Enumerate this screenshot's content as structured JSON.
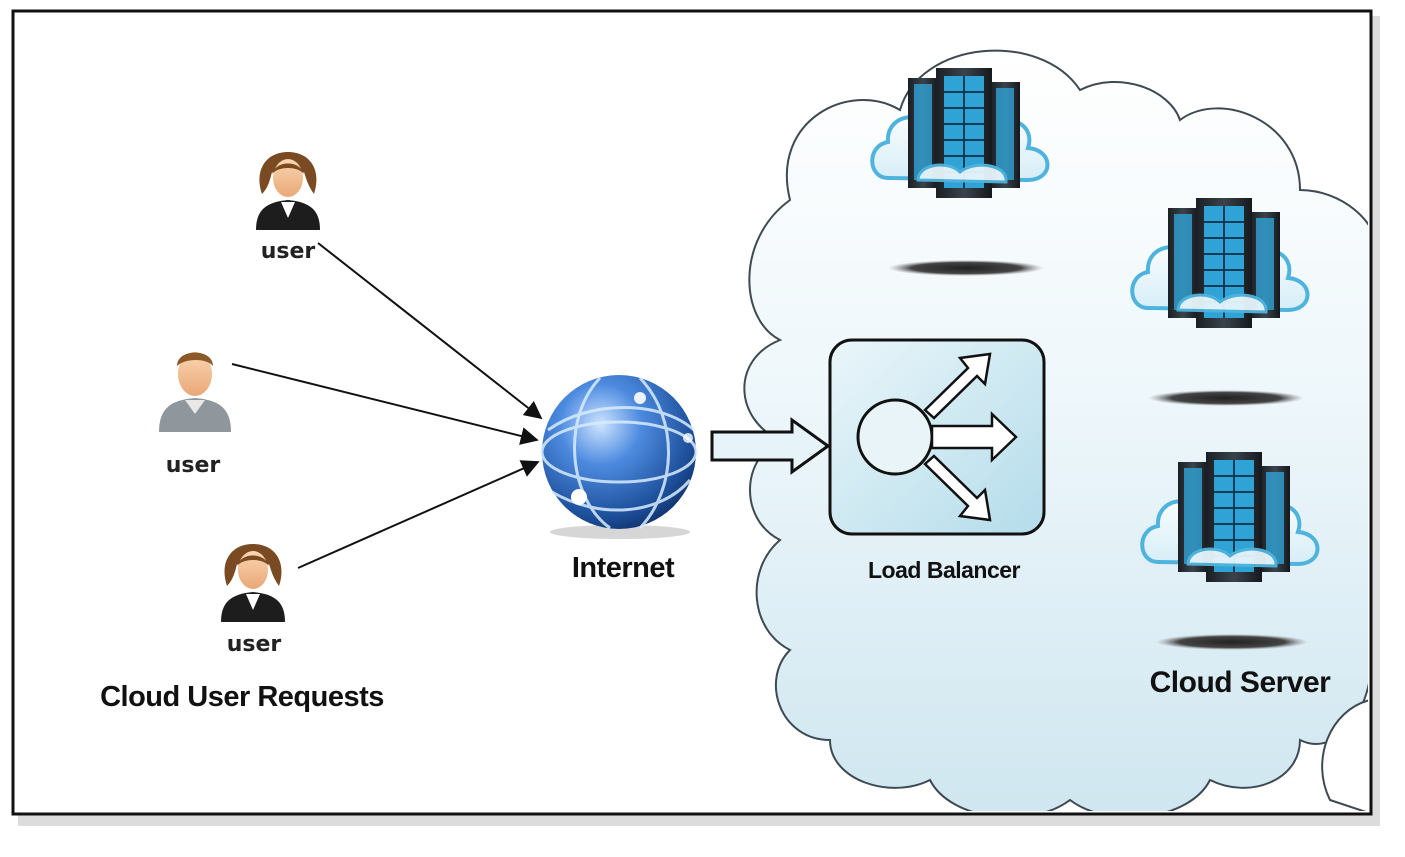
{
  "users": [
    {
      "label": "user",
      "gender": "female"
    },
    {
      "label": "user",
      "gender": "male"
    },
    {
      "label": "user",
      "gender": "female"
    }
  ],
  "labels": {
    "requests": "Cloud User Requests",
    "internet": "Internet",
    "load_balancer": "Load Balancer",
    "cloud_server": "Cloud Server"
  },
  "icons": {
    "user": "user-icon",
    "globe": "globe-icon",
    "server": "server-rack-icon",
    "load_balancer": "load-balancer-icon",
    "arrow": "block-arrow-icon"
  },
  "colors": {
    "cloud_fill": "#e2f1f7",
    "cloud_stroke": "#3d4a52",
    "globe": "#2f68b8",
    "server_blue": "#2fa3d6",
    "lb_box": "#c4e4ef"
  }
}
